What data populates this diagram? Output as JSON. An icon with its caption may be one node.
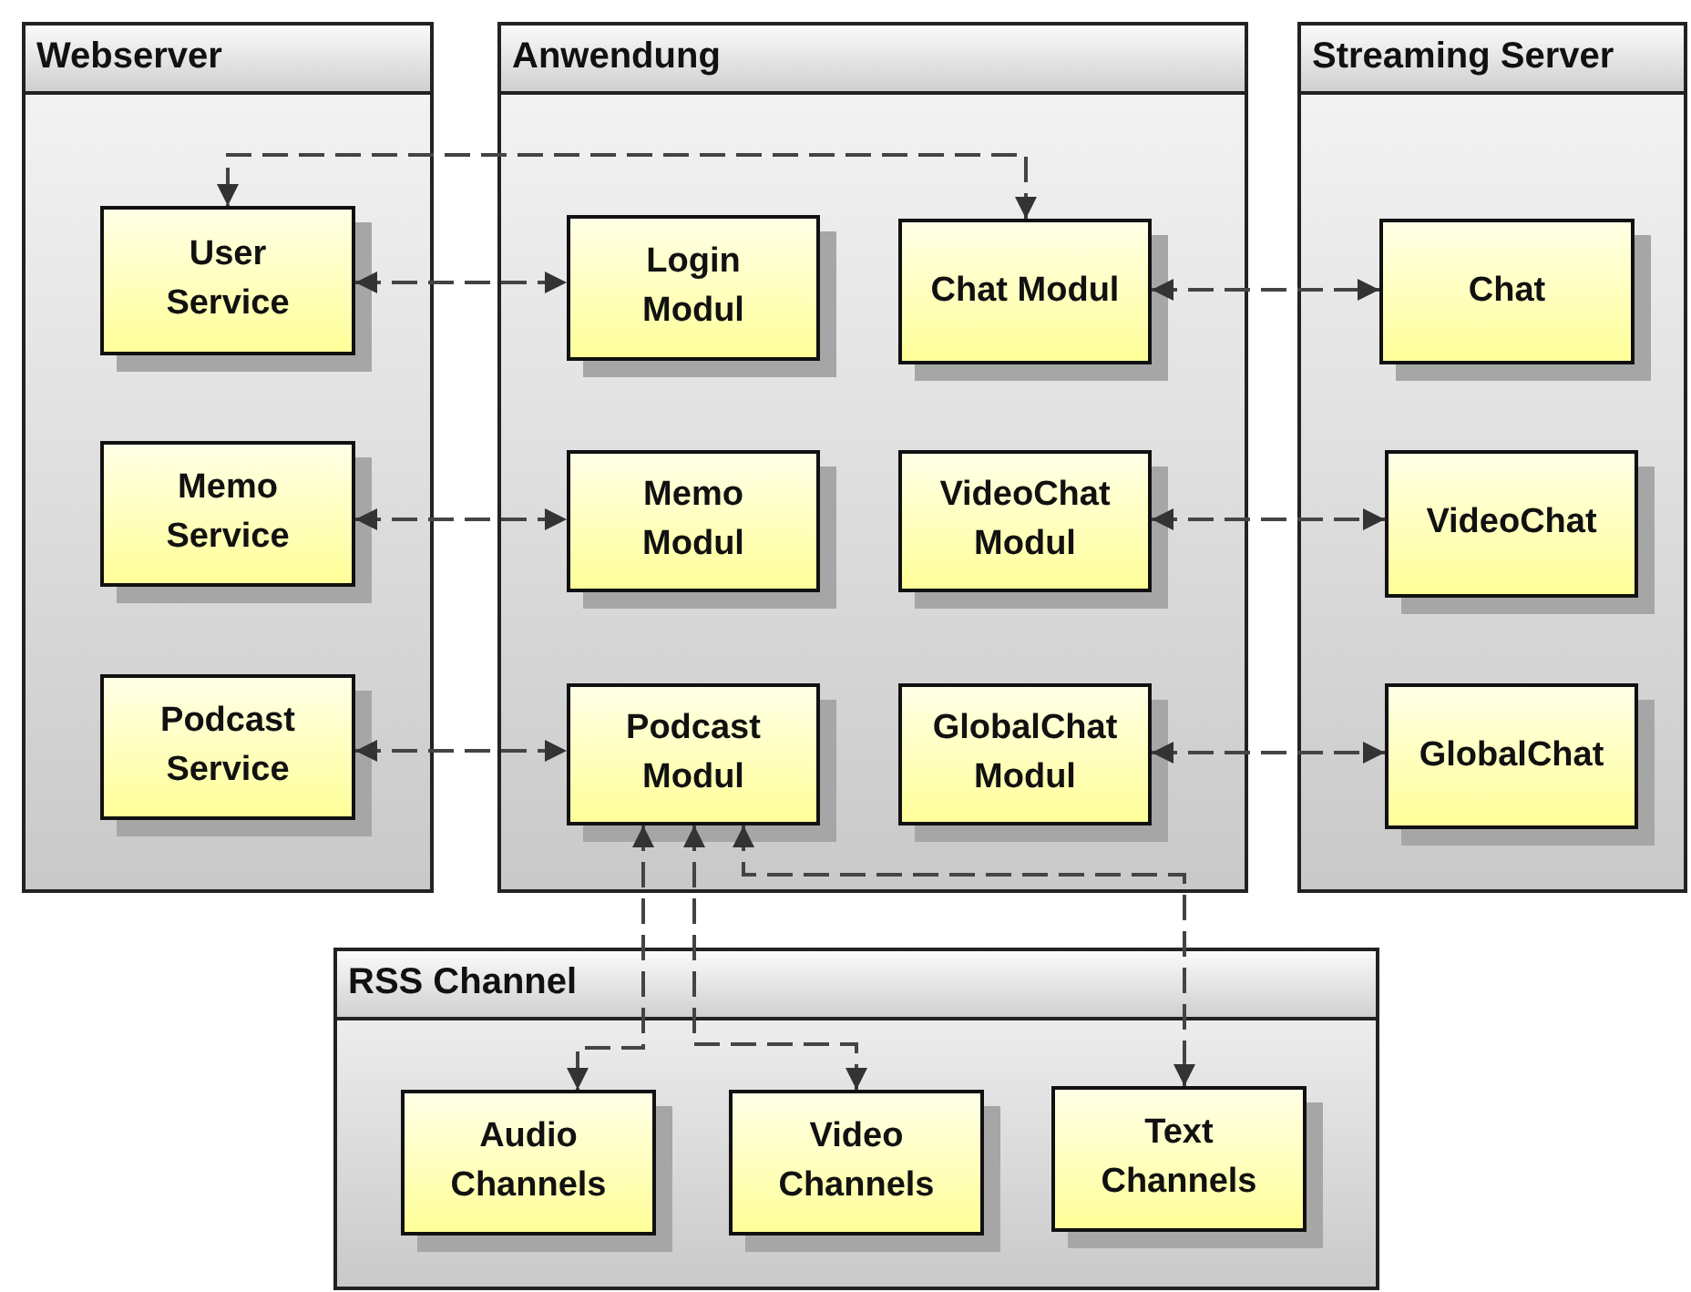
{
  "diagram": {
    "nodes": [
      {
        "text": [
          "Webserver"
        ]
      },
      {
        "text": [
          "User Service"
        ],
        "in": 0
      },
      {
        "text": [
          "Memo Service"
        ],
        "in": 0
      },
      {
        "text": [
          "Podcast Service"
        ],
        "in": 0
      },
      {
        "text": [
          "Anwendung"
        ]
      },
      {
        "text": [
          "Login Modul"
        ],
        "in": 4
      },
      {
        "text": [
          "Chat Modul"
        ],
        "in": 4
      },
      {
        "text": [
          "Memo Modul"
        ],
        "in": 4
      },
      {
        "text": [
          "VideoChat Modul"
        ],
        "in": 4
      },
      {
        "text": [
          "Podcast Modul"
        ],
        "in": 4
      },
      {
        "text": [
          "GlobalChat Modul"
        ],
        "in": 4
      },
      {
        "text": [
          "Streaming Server"
        ]
      },
      {
        "text": [
          "Chat"
        ],
        "in": 11
      },
      {
        "text": [
          "VideoChat"
        ],
        "in": 11
      },
      {
        "text": [
          "GlobalChat"
        ],
        "in": 11
      },
      {
        "text": [
          "RSS Channel"
        ]
      },
      {
        "text": [
          "Audio Channels"
        ],
        "in": 15
      },
      {
        "text": [
          "Video Channels"
        ],
        "in": 15
      },
      {
        "text": [
          "Text Channels"
        ],
        "in": 15
      }
    ],
    "edges": [
      {
        "from": 1,
        "to": 5,
        "arrow": "both",
        "style": "dashed"
      },
      {
        "from": 6,
        "to": 1,
        "arrow": "both",
        "style": "dashed"
      },
      {
        "from": 2,
        "to": 7,
        "arrow": "both",
        "style": "dashed"
      },
      {
        "from": 3,
        "to": 9,
        "arrow": "both",
        "style": "dashed"
      },
      {
        "from": 6,
        "to": 12,
        "arrow": "both",
        "style": "dashed"
      },
      {
        "from": 8,
        "to": 13,
        "arrow": "both",
        "style": "dashed"
      },
      {
        "from": 10,
        "to": 14,
        "arrow": "both",
        "style": "dashed"
      },
      {
        "from": 9,
        "to": 16,
        "arrow": "both",
        "style": "dashed"
      },
      {
        "from": 9,
        "to": 17,
        "arrow": "both",
        "style": "dashed"
      },
      {
        "from": 9,
        "to": 18,
        "arrow": "both",
        "style": "dashed"
      }
    ]
  }
}
